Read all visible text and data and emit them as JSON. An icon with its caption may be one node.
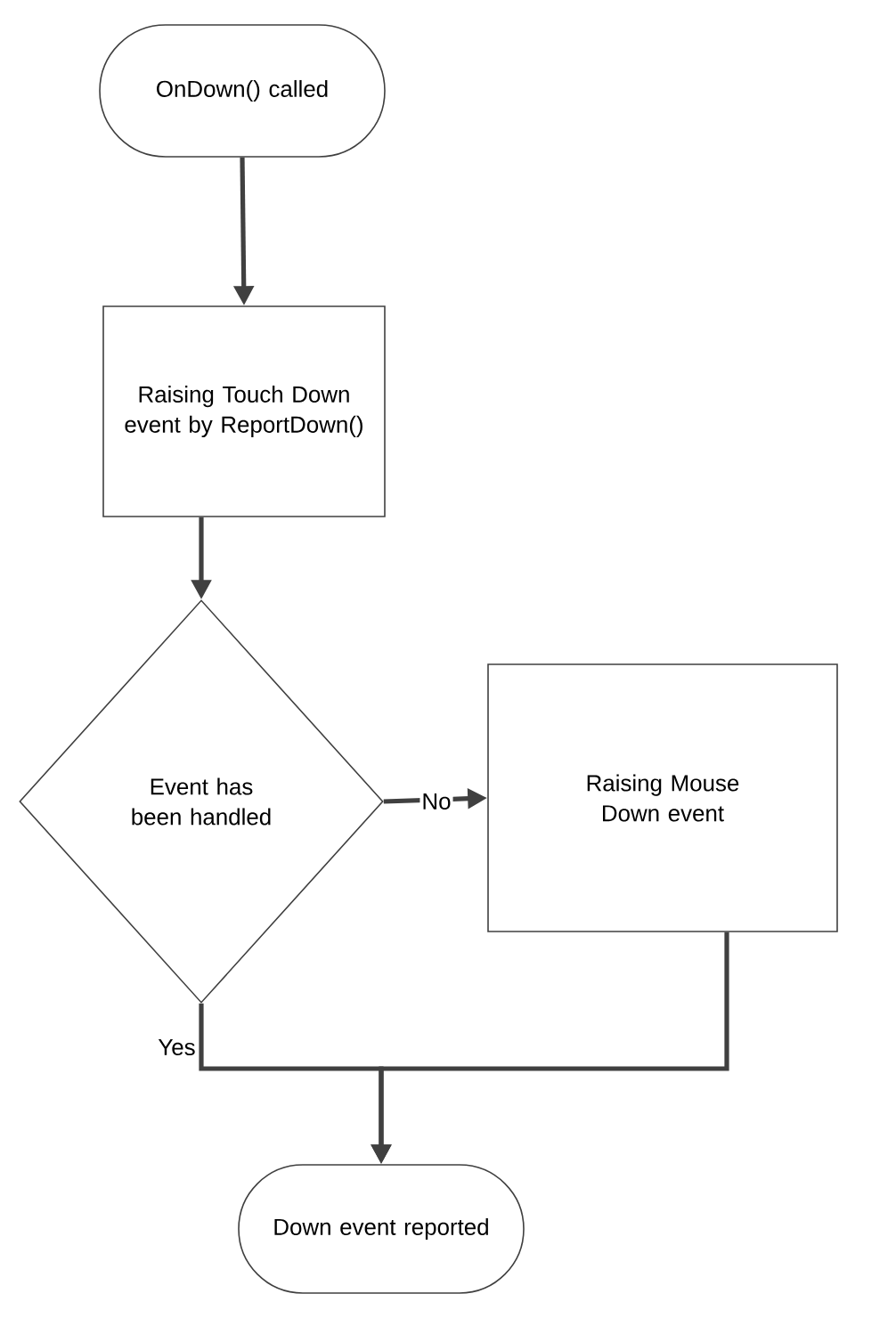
{
  "diagram": {
    "nodes": [
      {
        "text": [
          "OnDown() called"
        ]
      },
      {
        "text": [
          "Raising Touch Down event by ReportDown()"
        ]
      },
      {
        "text": [
          "Event has been handled"
        ]
      },
      {
        "text": [
          "Raising Mouse Down event"
        ]
      },
      {
        "text": [
          "Down event reported"
        ]
      }
    ],
    "edges": [
      {
        "from": 0,
        "to": 1,
        "arrow": "to"
      },
      {
        "from": 1,
        "to": 2,
        "arrow": "to"
      },
      {
        "from": 2,
        "to": 3,
        "arrow": "to",
        "label": "No"
      },
      {
        "from": 2,
        "to": 4,
        "arrow": "to",
        "label": "Yes"
      },
      {
        "from": 3,
        "to": 4,
        "arrow": "to"
      }
    ]
  }
}
